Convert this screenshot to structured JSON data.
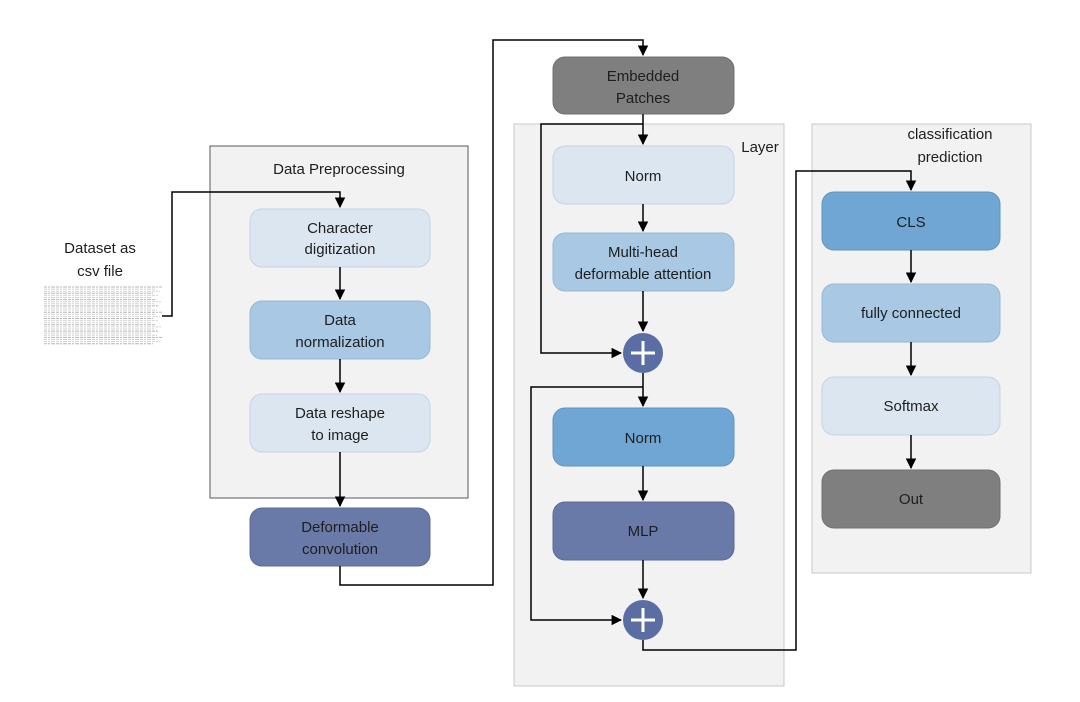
{
  "dataset": {
    "line1": "Dataset as",
    "line2": "csv file"
  },
  "preprocessing": {
    "title": "Data Preprocessing",
    "steps": [
      {
        "line1": "Character",
        "line2": "digitization"
      },
      {
        "line1": "Data",
        "line2": "normalization"
      },
      {
        "line1": "Data reshape",
        "line2": "to image"
      }
    ]
  },
  "deformable_conv": {
    "line1": "Deformable",
    "line2": "convolution"
  },
  "embedded": {
    "line1": "Embedded",
    "line2": "Patches"
  },
  "layer": {
    "title": "Layer",
    "norm1": "Norm",
    "attention": {
      "line1": "Multi-head",
      "line2": "deformable attention"
    },
    "norm2": "Norm",
    "mlp": "MLP"
  },
  "classification": {
    "title_line1": "classification",
    "title_line2": "prediction",
    "cls": "CLS",
    "fc": "fully connected",
    "softmax": "Softmax",
    "out": "Out"
  },
  "colors": {
    "very_light_blue": "#dce6f1",
    "light_blue": "#a9c8e3",
    "mid_blue": "#6fa6d3",
    "dark_blue_gray": "#6a7aa8",
    "gray": "#7f7f7f",
    "panel_bg": "#f2f2f2",
    "adder": "#5b6ea3"
  }
}
